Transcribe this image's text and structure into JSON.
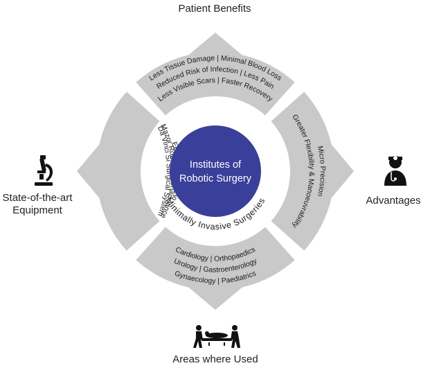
{
  "center": {
    "title_line1": "Institutes of",
    "title_line2": "Robotic Surgery",
    "arc_label": "Minimally Invasive Surgeries",
    "fill_color": "#3a3f99"
  },
  "ring_color": "#c9c9c9",
  "segments": {
    "top": {
      "lines": [
        "Less Tissue Damage | Minimal Blood Loss",
        "Reduced Risk of Infection | Less Pain",
        "Less Visible Scars | Faster Recovery"
      ]
    },
    "right": {
      "lines": [
        "Micro Precision",
        "Greater Flexibility & Manoeuvrability"
      ]
    },
    "bottom": {
      "lines": [
        "Cardiology | Orthopaedics",
        "Urology | Gastroenterology",
        "Gynaecology | Paediatrics"
      ]
    },
    "left": {
      "lines": [
        "Da Vinci Si Surgical System",
        "Mazor Robotics Renaissance",
        "ECMO | Cell Vizio"
      ]
    }
  },
  "labels": {
    "top": "Patient Benefits",
    "right": "Advantages",
    "bottom": "Areas where Used",
    "left_line1": "State-of-the-art",
    "left_line2": "Equipment"
  },
  "icons": {
    "left": "microscope-icon",
    "right": "doctor-icon",
    "bottom": "stretcher-icon"
  }
}
